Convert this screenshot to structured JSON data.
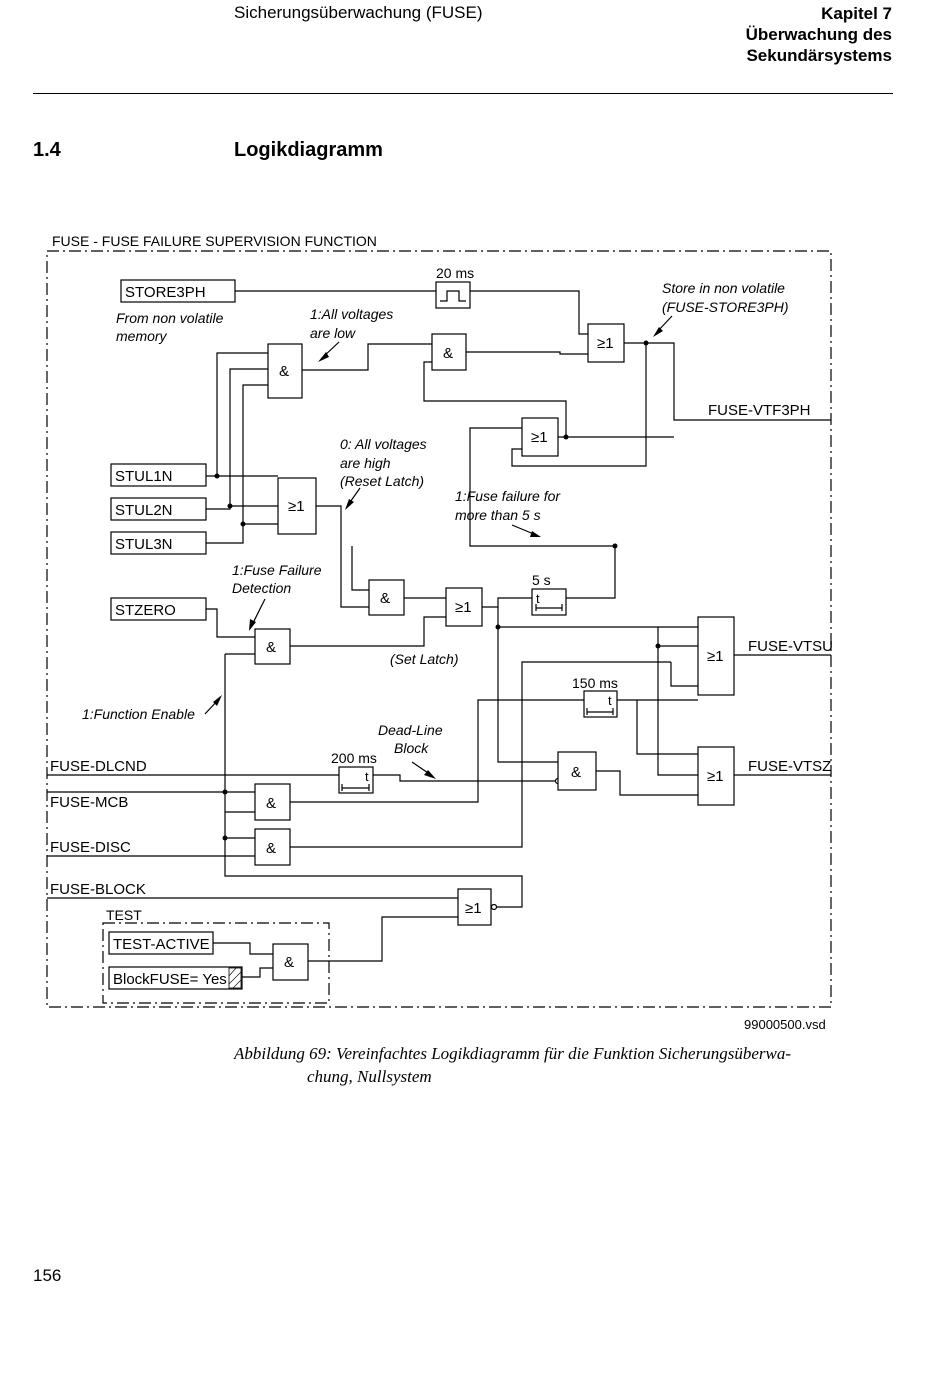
{
  "header": {
    "left": "Sicherungsüberwachung (FUSE)",
    "right_line1": "Kapitel 7",
    "right_line2": "Überwachung des",
    "right_line3": "Sekundärsystems"
  },
  "section": {
    "number": "1.4",
    "title": "Logikdiagramm"
  },
  "diagram": {
    "frame_title": "FUSE - FUSE FAILURE SUPERVISION FUNCTION",
    "inputs": {
      "store3ph": "STORE3PH",
      "stul1n": "STUL1N",
      "stul2n": "STUL2N",
      "stul3n": "STUL3N",
      "stzero": "STZERO",
      "dlcnd": "FUSE-DLCND",
      "mcb": "FUSE-MCB",
      "disc": "FUSE-DISC",
      "block": "FUSE-BLOCK",
      "test": "TEST",
      "test_active": "TEST-ACTIVE",
      "blockfuse": "BlockFUSE= Yes"
    },
    "outputs": {
      "vtf3ph": "FUSE-VTF3PH",
      "vtsu": "FUSE-VTSU",
      "vtsz": "FUSE-VTSZ"
    },
    "gates": {
      "and": "&",
      "or": "≥1"
    },
    "timers": {
      "t20": "20 ms",
      "t5": "5 s",
      "t150": "150 ms",
      "t200": "200 ms",
      "t_symbol": "t"
    },
    "annotations": {
      "from_nv_1": "From non volatile",
      "from_nv_2": "memory",
      "all_low_1": "1:All voltages",
      "all_low_2": "are low",
      "store_nv_1": "Store in non volatile",
      "store_nv_2": "(FUSE-STORE3PH)",
      "all_high_1": "0: All voltages",
      "all_high_2": "are high",
      "all_high_3": "(Reset Latch)",
      "ff5s_1": "1:Fuse failure for",
      "ff5s_2": "more than 5 s",
      "ffd_1": "1:Fuse Failure",
      "ffd_2": "Detection",
      "set_latch": "(Set Latch)",
      "fn_enable": "1:Function Enable",
      "dlb_1": "Dead-Line",
      "dlb_2": "Block"
    },
    "file_ref": "99000500.vsd"
  },
  "caption": {
    "line1": "Abbildung 69: Vereinfachtes Logikdiagramm für die Funktion Sicherungsüberwa-",
    "line2": "chung, Nullsystem"
  },
  "page_number": "156"
}
